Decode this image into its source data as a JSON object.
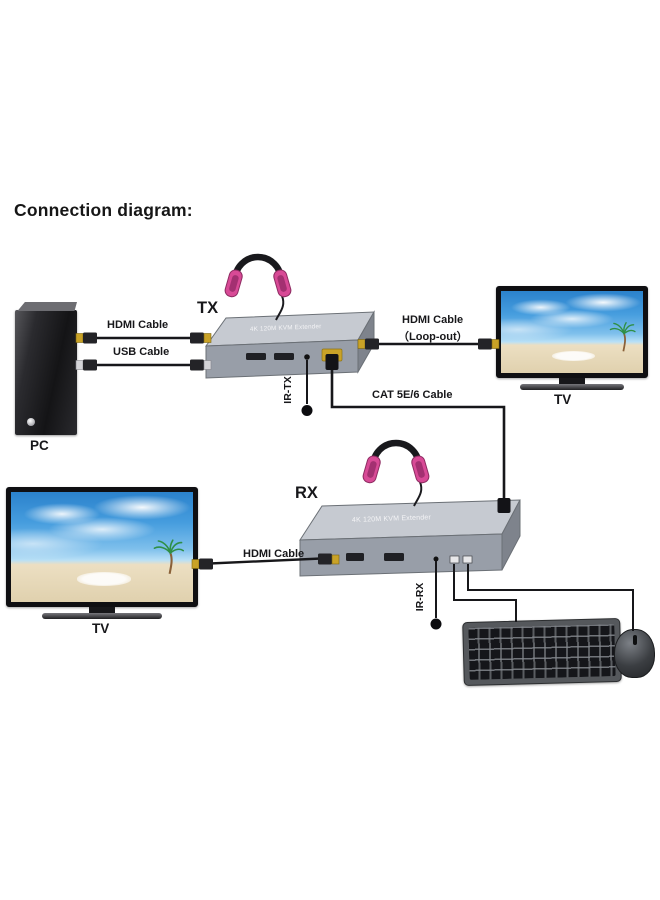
{
  "title": "Connection diagram:",
  "devices": {
    "tx": {
      "label": "TX",
      "panel_text": "4K 120M KVM Extender"
    },
    "rx": {
      "label": "RX",
      "panel_text": "4K 120M KVM Extender"
    },
    "pc": {
      "label": "PC"
    },
    "tv_top": {
      "label": "TV"
    },
    "tv_bottom": {
      "label": "TV"
    }
  },
  "labels": {
    "hdmi_pc_tx": "HDMI Cable",
    "usb_pc_tx": "USB Cable",
    "hdmi_loopout_1": "HDMI Cable",
    "hdmi_loopout_2": "（Loop-out）",
    "cat_cable": "CAT 5E/6 Cable",
    "hdmi_tv_rx": "HDMI Cable",
    "ir_tx": "IR-TX",
    "ir_rx": "IR-RX"
  },
  "colors": {
    "headphone_pink": "#d84a96",
    "device_gray": "#989ea8",
    "device_top": "#c6cad1",
    "connector_gold": "#c9a227",
    "cable_black": "#17171a",
    "sky_blue": "#2b82cc",
    "sand": "#e7dcc0"
  }
}
